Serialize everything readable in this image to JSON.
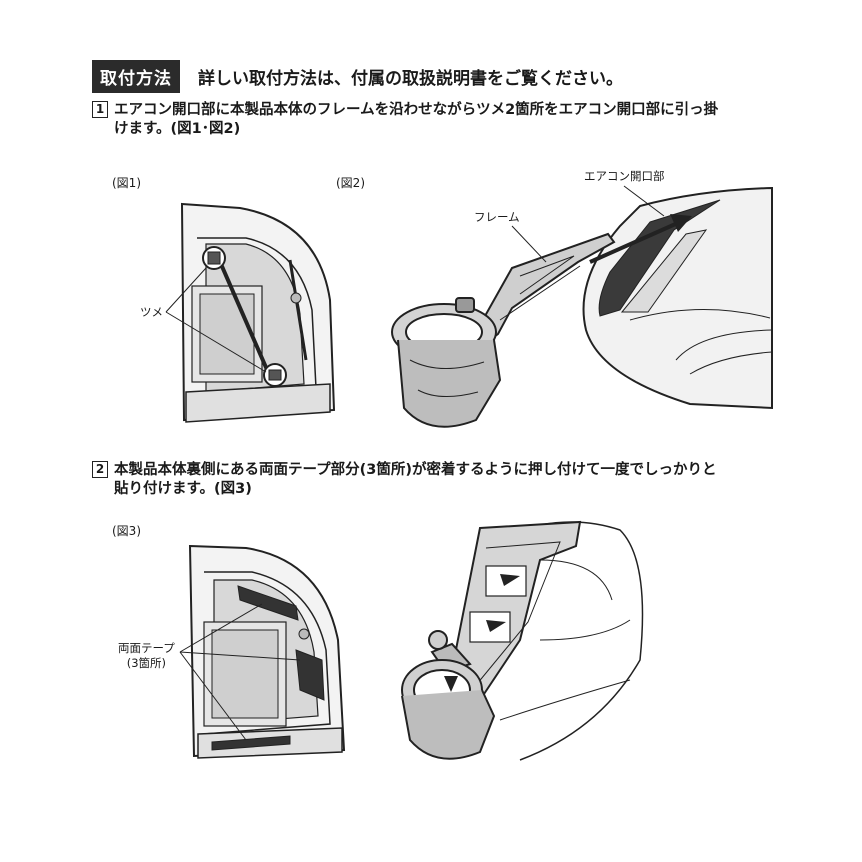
{
  "header": {
    "badge": "取付方法",
    "text": "詳しい取付方法は、付属の取扱説明書をご覧ください。"
  },
  "steps": [
    {
      "number": "1",
      "line1": "エアコン開口部に本製品本体のフレームを沿わせながらツメ2箇所をエアコン開口部に引っ掛",
      "line2": "けます。(図1･図2)"
    },
    {
      "number": "2",
      "line1": "本製品本体裏側にある両面テープ部分(3箇所)が密着するように押し付けて一度でしっかりと",
      "line2": "貼り付けます。(図3)"
    }
  ],
  "figures": {
    "fig1": {
      "label": "(図1)",
      "callout": "ツメ"
    },
    "fig2": {
      "label": "(図2)",
      "callout_vent": "エアコン開口部",
      "callout_frame": "フレーム"
    },
    "fig3": {
      "label": "(図3)",
      "callout_line1": "両面テープ",
      "callout_line2": "(3箇所)"
    }
  }
}
